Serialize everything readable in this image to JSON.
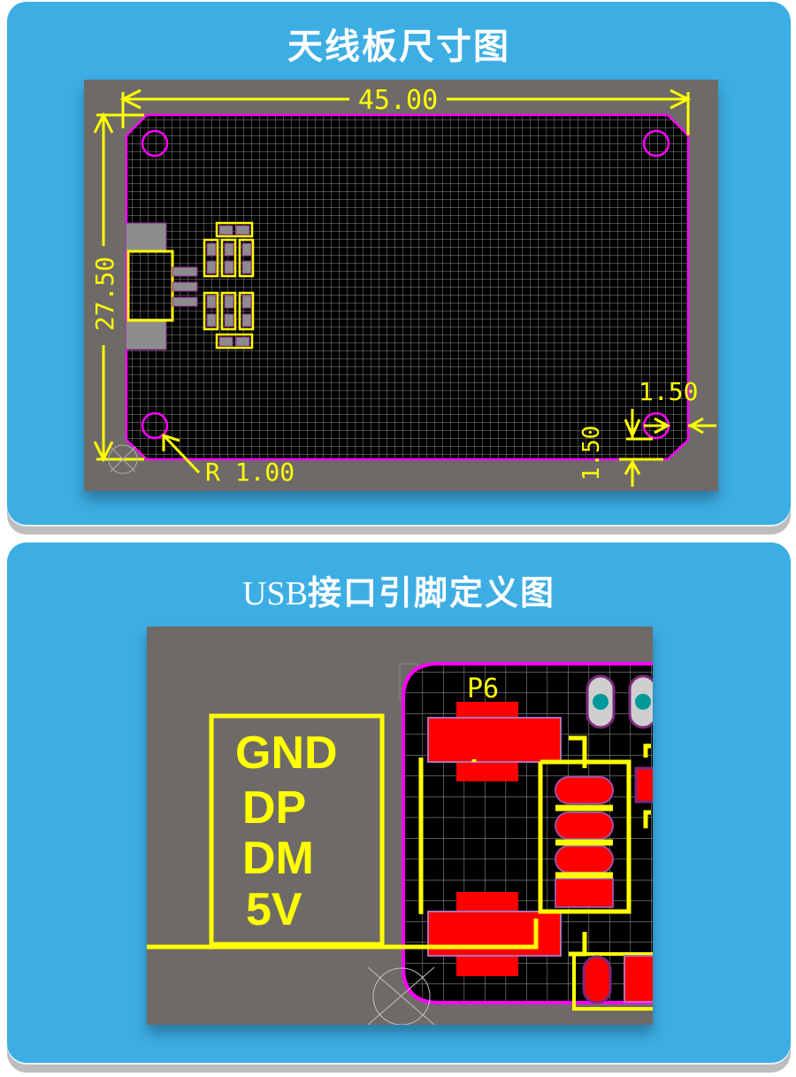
{
  "panels": [
    {
      "title": "天线板尺寸图",
      "figure": {
        "type": "pcb-dimension-drawing",
        "dimensions": {
          "width": "45.00",
          "height": "27.50",
          "hole_radius": "R 1.00",
          "corner_offset_x": "1.50",
          "corner_offset_y": "1.50"
        }
      }
    },
    {
      "title_latin": "USB",
      "title_cjk": "接口引脚定义图",
      "figure": {
        "type": "usb-pinout-drawing",
        "designator": "P6",
        "pins": [
          "GND",
          "DP",
          "DM",
          "5V"
        ]
      }
    }
  ],
  "colors": {
    "panel_bg": "#3daee3",
    "panel_shadow": "#bdbdbd",
    "canvas_bg": "#6e6a68",
    "board_bg": "#000000",
    "board_outline": "#ff00ff",
    "silkscreen": "#ffff00",
    "grid": "#8a8a8a",
    "pad_top": "#ff0000",
    "pad_gray": "#8c8c8c",
    "drill": "#009999"
  }
}
